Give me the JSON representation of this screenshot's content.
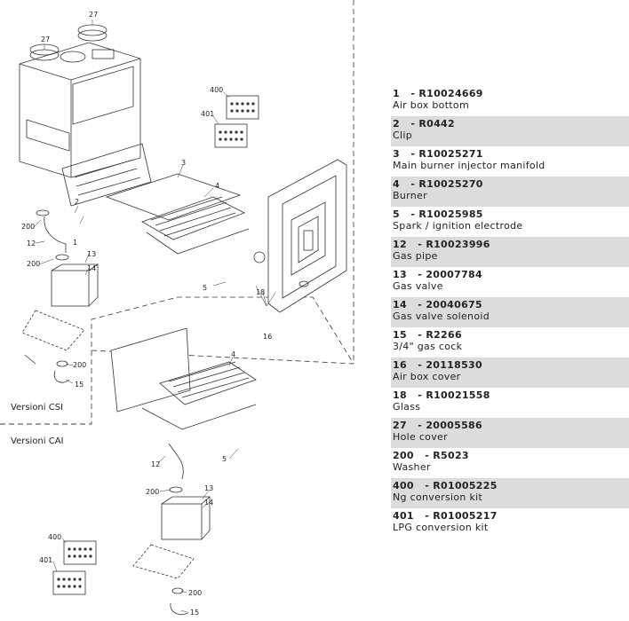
{
  "versions": {
    "csi": "Versioni CSI",
    "cai": "Versioni CAI"
  },
  "callouts": {
    "n27a": "27",
    "n27b": "27",
    "n400": "400",
    "n401": "401",
    "n1": "1",
    "n2": "2",
    "n3": "3",
    "n4": "4",
    "n5": "5",
    "n12": "12",
    "n13": "13",
    "n14": "14",
    "n15": "15",
    "n16": "16",
    "n18": "18",
    "n200a": "200",
    "n200b": "200",
    "n200c": "200",
    "cai4": "4",
    "cai5": "5",
    "cai12": "12",
    "cai13": "13",
    "cai14": "14",
    "cai15": "15",
    "cai200a": "200",
    "cai200b": "200",
    "cai400": "400",
    "cai401": "401"
  },
  "parts": [
    {
      "num": "1",
      "code": "R10024669",
      "desc": "Air box bottom"
    },
    {
      "num": "2",
      "code": "R0442",
      "desc": "Clip"
    },
    {
      "num": "3",
      "code": "R10025271",
      "desc": "Main burner injector manifold"
    },
    {
      "num": "4",
      "code": "R10025270",
      "desc": "Burner"
    },
    {
      "num": "5",
      "code": "R10025985",
      "desc": "Spark / ignition electrode"
    },
    {
      "num": "12",
      "code": "R10023996",
      "desc": "Gas pipe"
    },
    {
      "num": "13",
      "code": "20007784",
      "desc": "Gas valve"
    },
    {
      "num": "14",
      "code": "20040675",
      "desc": "Gas valve solenoid"
    },
    {
      "num": "15",
      "code": "R2266",
      "desc": "3/4\" gas cock"
    },
    {
      "num": "16",
      "code": "20118530",
      "desc": "Air box cover"
    },
    {
      "num": "18",
      "code": "R10021558",
      "desc": "Glass"
    },
    {
      "num": "27",
      "code": "20005586",
      "desc": "Hole cover"
    },
    {
      "num": "200",
      "code": "R5023",
      "desc": "Washer"
    },
    {
      "num": "400",
      "code": "R01005225",
      "desc": "Ng conversion kit"
    },
    {
      "num": "401",
      "code": "R01005217",
      "desc": "LPG conversion kit"
    }
  ]
}
